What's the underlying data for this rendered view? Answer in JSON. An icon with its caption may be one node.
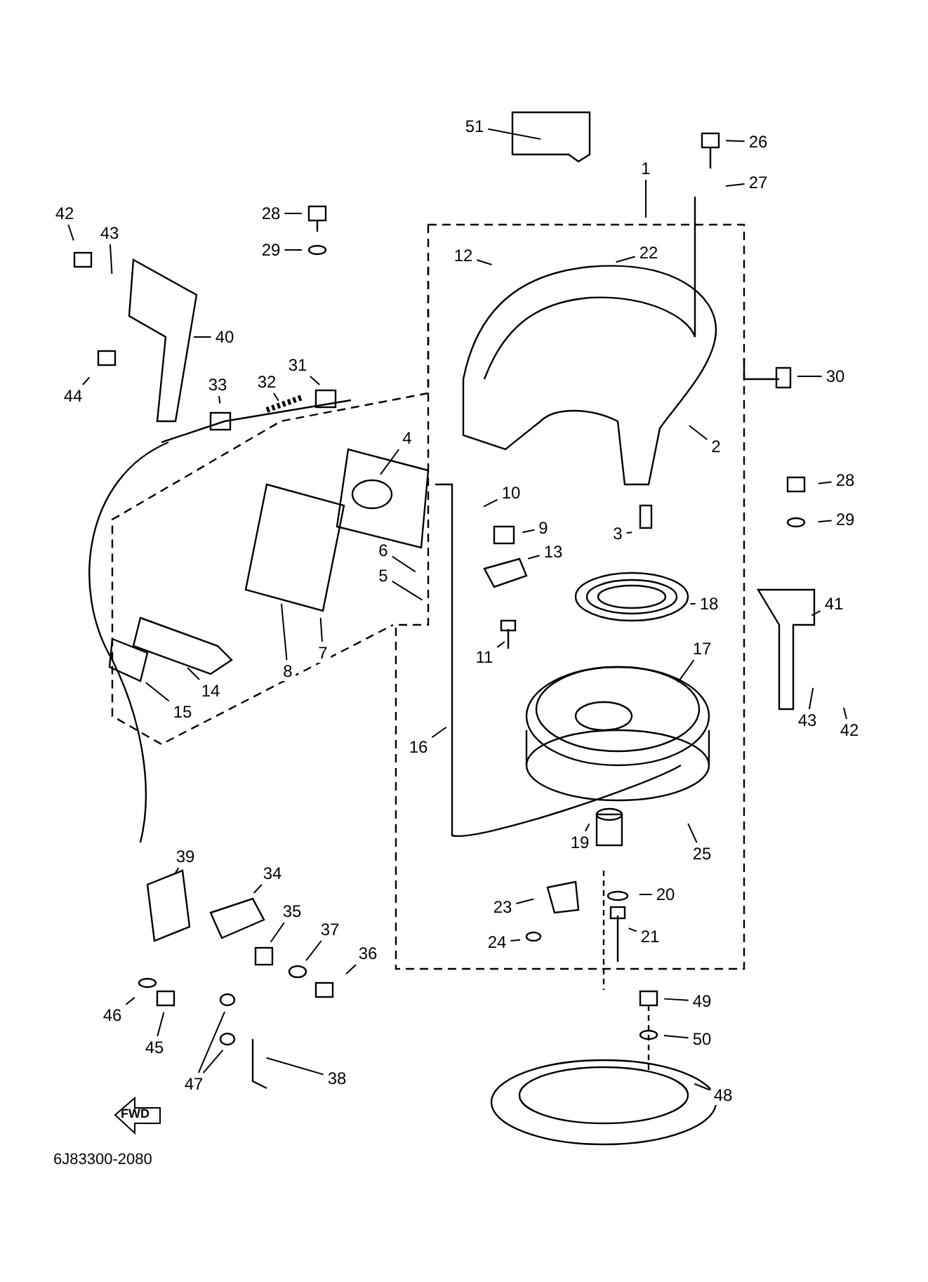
{
  "diagram": {
    "nodes": [
      {
        "text": [
          "51"
        ]
      },
      {
        "text": [
          "1"
        ]
      },
      {
        "text": [
          "26"
        ]
      },
      {
        "text": [
          "27"
        ]
      },
      {
        "text": [
          "28"
        ]
      },
      {
        "text": [
          "29"
        ]
      },
      {
        "text": [
          "42"
        ]
      },
      {
        "text": [
          "43"
        ]
      },
      {
        "text": [
          "12"
        ]
      },
      {
        "text": [
          "22"
        ]
      },
      {
        "text": [
          "40"
        ]
      },
      {
        "text": [
          "44"
        ]
      },
      {
        "text": [
          "33"
        ]
      },
      {
        "text": [
          "32"
        ]
      },
      {
        "text": [
          "31"
        ]
      },
      {
        "text": [
          "30"
        ]
      },
      {
        "text": [
          "2"
        ]
      },
      {
        "text": [
          "4"
        ]
      },
      {
        "text": [
          "28"
        ]
      },
      {
        "text": [
          "29"
        ]
      },
      {
        "text": [
          "10"
        ]
      },
      {
        "text": [
          "9"
        ]
      },
      {
        "text": [
          "3"
        ]
      },
      {
        "text": [
          "13"
        ]
      },
      {
        "text": [
          "6"
        ]
      },
      {
        "text": [
          "5"
        ]
      },
      {
        "text": [
          "41"
        ]
      },
      {
        "text": [
          "18"
        ]
      },
      {
        "text": [
          "11"
        ]
      },
      {
        "text": [
          "7"
        ]
      },
      {
        "text": [
          "8"
        ]
      },
      {
        "text": [
          "14"
        ]
      },
      {
        "text": [
          "15"
        ]
      },
      {
        "text": [
          "17"
        ]
      },
      {
        "text": [
          "43"
        ]
      },
      {
        "text": [
          "42"
        ]
      },
      {
        "text": [
          "16"
        ]
      },
      {
        "text": [
          "25"
        ]
      },
      {
        "text": [
          "19"
        ]
      },
      {
        "text": [
          "20"
        ]
      },
      {
        "text": [
          "23"
        ]
      },
      {
        "text": [
          "24"
        ]
      },
      {
        "text": [
          "21"
        ]
      },
      {
        "text": [
          "39"
        ]
      },
      {
        "text": [
          "34"
        ]
      },
      {
        "text": [
          "35"
        ]
      },
      {
        "text": [
          "37"
        ]
      },
      {
        "text": [
          "36"
        ]
      },
      {
        "text": [
          "46"
        ]
      },
      {
        "text": [
          "45"
        ]
      },
      {
        "text": [
          "47"
        ]
      },
      {
        "text": [
          "38"
        ]
      },
      {
        "text": [
          "49"
        ]
      },
      {
        "text": [
          "50"
        ]
      },
      {
        "text": [
          "48"
        ]
      }
    ],
    "edges": [
      {
        "from": 0,
        "to": null,
        "arrow": "none"
      },
      {
        "from": 1,
        "to": null,
        "arrow": "none"
      },
      {
        "from": 2,
        "to": null,
        "arrow": "none"
      },
      {
        "from": 3,
        "to": null,
        "arrow": "none"
      },
      {
        "from": 4,
        "to": null,
        "arrow": "none"
      },
      {
        "from": 5,
        "to": null,
        "arrow": "none"
      },
      {
        "from": 6,
        "to": null,
        "arrow": "none"
      },
      {
        "from": 7,
        "to": null,
        "arrow": "none"
      },
      {
        "from": 8,
        "to": null,
        "arrow": "none"
      },
      {
        "from": 9,
        "to": null,
        "arrow": "none"
      },
      {
        "from": 10,
        "to": null,
        "arrow": "none"
      },
      {
        "from": 11,
        "to": null,
        "arrow": "none"
      },
      {
        "from": 12,
        "to": null,
        "arrow": "none"
      },
      {
        "from": 13,
        "to": null,
        "arrow": "none"
      },
      {
        "from": 14,
        "to": null,
        "arrow": "none"
      },
      {
        "from": 15,
        "to": null,
        "arrow": "none"
      },
      {
        "from": 16,
        "to": null,
        "arrow": "none"
      },
      {
        "from": 17,
        "to": null,
        "arrow": "none"
      },
      {
        "from": 18,
        "to": null,
        "arrow": "none"
      },
      {
        "from": 19,
        "to": null,
        "arrow": "none"
      },
      {
        "from": 20,
        "to": null,
        "arrow": "none"
      },
      {
        "from": 21,
        "to": null,
        "arrow": "none"
      },
      {
        "from": 22,
        "to": null,
        "arrow": "none"
      },
      {
        "from": 23,
        "to": null,
        "arrow": "none"
      },
      {
        "from": 24,
        "to": null,
        "arrow": "none"
      },
      {
        "from": 25,
        "to": null,
        "arrow": "none"
      },
      {
        "from": 26,
        "to": null,
        "arrow": "none"
      },
      {
        "from": 27,
        "to": null,
        "arrow": "none"
      },
      {
        "from": 28,
        "to": null,
        "arrow": "none"
      },
      {
        "from": 29,
        "to": null,
        "arrow": "none"
      },
      {
        "from": 30,
        "to": null,
        "arrow": "none"
      },
      {
        "from": 31,
        "to": null,
        "arrow": "none"
      },
      {
        "from": 32,
        "to": null,
        "arrow": "none"
      },
      {
        "from": 33,
        "to": null,
        "arrow": "none"
      },
      {
        "from": 34,
        "to": null,
        "arrow": "none"
      },
      {
        "from": 35,
        "to": null,
        "arrow": "none"
      },
      {
        "from": 36,
        "to": null,
        "arrow": "none"
      },
      {
        "from": 37,
        "to": null,
        "arrow": "none"
      },
      {
        "from": 38,
        "to": null,
        "arrow": "none"
      },
      {
        "from": 39,
        "to": null,
        "arrow": "none"
      },
      {
        "from": 40,
        "to": null,
        "arrow": "none"
      },
      {
        "from": 41,
        "to": null,
        "arrow": "none"
      },
      {
        "from": 42,
        "to": null,
        "arrow": "none"
      },
      {
        "from": 43,
        "to": null,
        "arrow": "none"
      },
      {
        "from": 44,
        "to": null,
        "arrow": "none"
      },
      {
        "from": 45,
        "to": null,
        "arrow": "none"
      },
      {
        "from": 46,
        "to": null,
        "arrow": "none"
      },
      {
        "from": 47,
        "to": null,
        "arrow": "none"
      },
      {
        "from": 48,
        "to": null,
        "arrow": "none"
      },
      {
        "from": 49,
        "to": null,
        "arrow": "none"
      },
      {
        "from": 50,
        "to": null,
        "arrow": "none"
      },
      {
        "from": 51,
        "to": null,
        "arrow": "none"
      },
      {
        "from": 52,
        "to": null,
        "arrow": "none"
      },
      {
        "from": 53,
        "to": null,
        "arrow": "none"
      },
      {
        "from": 54,
        "to": null,
        "arrow": "none"
      },
      {
        "from": 50,
        "to": null,
        "arrow": "none"
      }
    ],
    "labels": [
      "FWD",
      "6J83300-2080"
    ]
  }
}
